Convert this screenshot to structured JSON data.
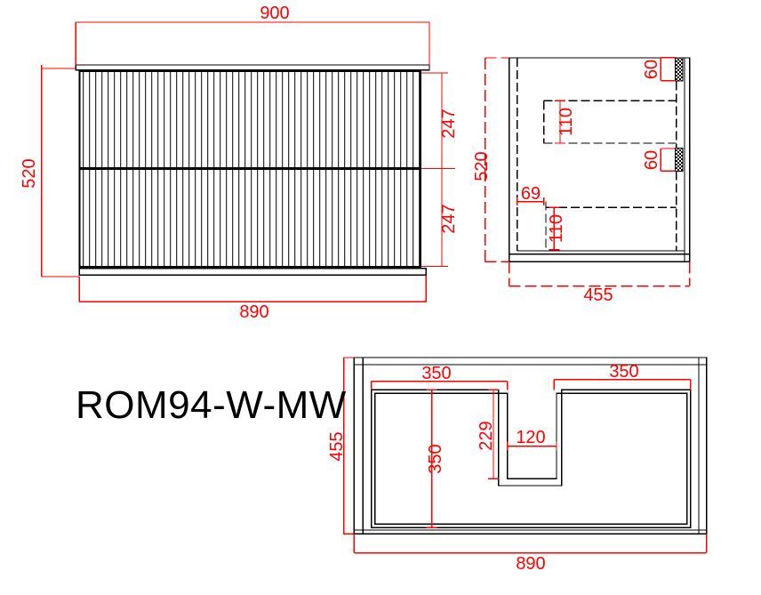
{
  "label": {
    "model": "ROM94-W-MW"
  },
  "colors": {
    "line": "#000000",
    "dimension": "#ff0000",
    "background": "#ffffff"
  },
  "views": {
    "front_view": "front elevation with fluted drawer fronts",
    "side_view": "side section with drawer runners",
    "plan_view": "top plan with basin plumbing notch"
  },
  "dimensions": {
    "front": {
      "overall_width": "900",
      "overall_height": "520",
      "top_drawer_height": "247",
      "bottom_drawer_height": "247",
      "carcass_width": "890"
    },
    "side": {
      "overall_height": "520",
      "top_rail_height": "60",
      "top_drawer_clearance": "110",
      "mid_rail_height": "60",
      "drawer_back_offset": "69",
      "bottom_drawer_clearance": "110",
      "overall_depth": "455"
    },
    "plan": {
      "left_drawer_width": "350",
      "right_drawer_width": "350",
      "overall_depth": "455",
      "drawer_depth": "350",
      "notch_depth": "229",
      "notch_width": "120",
      "overall_width": "890"
    }
  }
}
